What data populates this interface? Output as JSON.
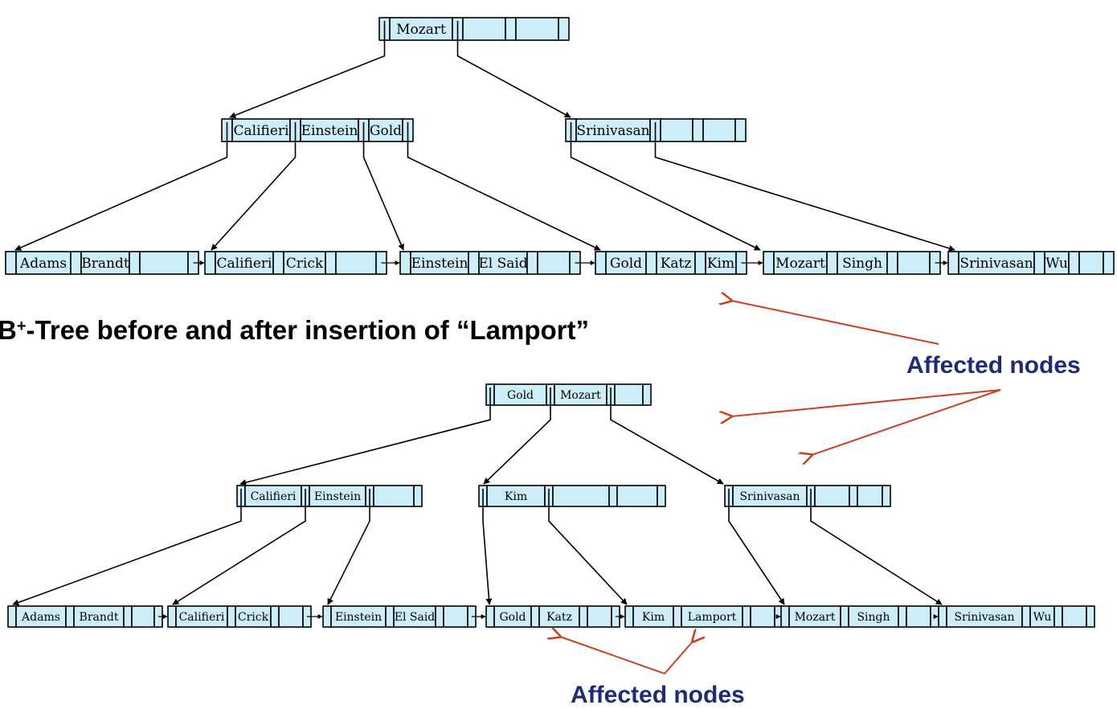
{
  "title": {
    "prefix": "B",
    "superscript": "+",
    "rest": "-Tree before and after insertion of “Lamport”"
  },
  "annotations": {
    "affected_top": "Affected nodes",
    "affected_bottom": "Affected nodes",
    "arrow_color": "#c8421e",
    "label_color": "#1f2a78"
  },
  "colors": {
    "node_fill": "#cdeef8",
    "stroke": "#000000"
  },
  "before": {
    "root": [
      "Mozart",
      "",
      ""
    ],
    "internal": [
      [
        "Califieri",
        "Einstein",
        "Gold"
      ],
      [
        "Srinivasan",
        "",
        ""
      ]
    ],
    "leaves": [
      [
        "Adams",
        "Brandt",
        ""
      ],
      [
        "Califieri",
        "Crick",
        ""
      ],
      [
        "Einstein",
        "El Said",
        ""
      ],
      [
        "Gold",
        "Katz",
        "Kim"
      ],
      [
        "Mozart",
        "Singh",
        ""
      ],
      [
        "Srinivasan",
        "Wu",
        ""
      ]
    ]
  },
  "after": {
    "root": [
      "Gold",
      "Mozart",
      ""
    ],
    "internal": [
      [
        "Califieri",
        "Einstein",
        ""
      ],
      [
        "Kim",
        "",
        ""
      ],
      [
        "Srinivasan",
        "",
        ""
      ]
    ],
    "leaves": [
      [
        "Adams",
        "Brandt",
        ""
      ],
      [
        "Califieri",
        "Crick",
        ""
      ],
      [
        "Einstein",
        "El Said",
        ""
      ],
      [
        "Gold",
        "Katz",
        ""
      ],
      [
        "Kim",
        "Lamport",
        ""
      ],
      [
        "Mozart",
        "Singh",
        ""
      ],
      [
        "Srinivasan",
        "Wu",
        ""
      ]
    ]
  }
}
